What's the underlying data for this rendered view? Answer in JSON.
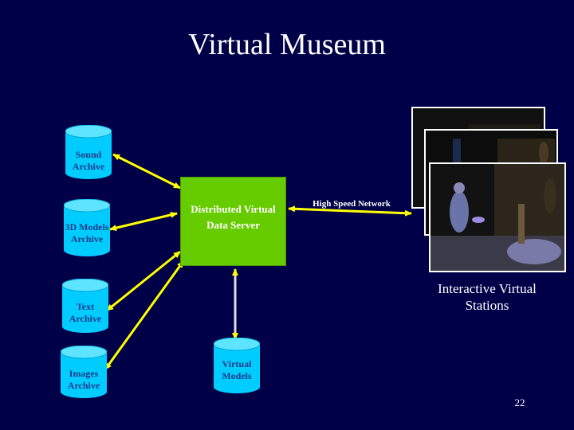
{
  "title": "Virtual Museum",
  "archives": [
    {
      "label": "Sound Archive"
    },
    {
      "label": "3D Models Archive"
    },
    {
      "label": "Text Archive"
    },
    {
      "label": "Images Archive"
    }
  ],
  "server": {
    "label": "Distributed Virtual Data Server"
  },
  "virtual_models": {
    "label": "Virtual Models"
  },
  "network": {
    "label": "High Speed Network"
  },
  "stations": {
    "label": "Interactive Virtual Stations"
  },
  "page_number": "22",
  "colors": {
    "background": "#000048",
    "cylinder": "#00ccff",
    "server": "#66cc00",
    "arrow": "#ffff00",
    "arrow_vertical": "#dddddd"
  }
}
